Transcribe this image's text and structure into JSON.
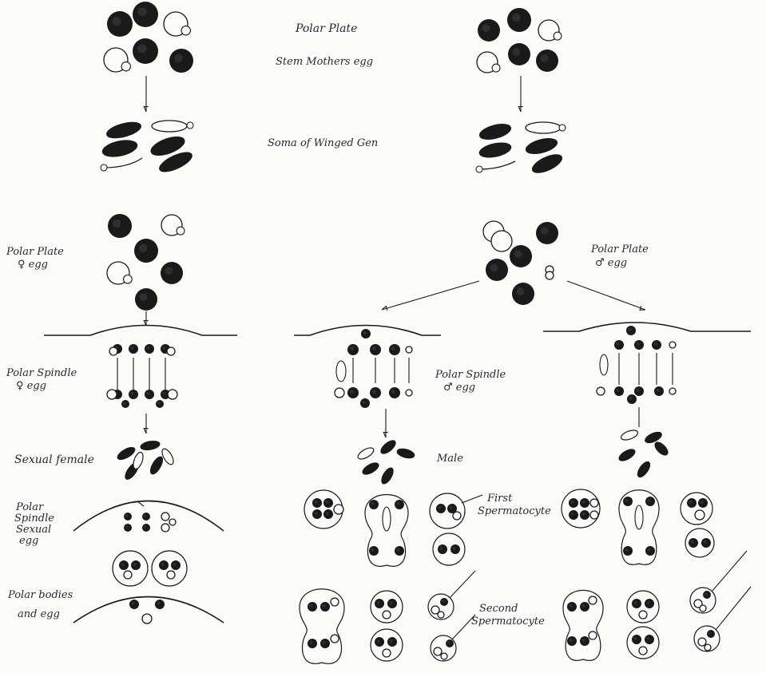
{
  "labels": {
    "polar_plate_top": "Polar Plate",
    "stem_mothers_egg": "Stem Mothers egg",
    "soma_winged_gen": "Soma of Winged Gen",
    "polar_plate_female_1": "Polar Plate",
    "polar_plate_female_2": "♀ egg",
    "polar_plate_male_1": "Polar Plate",
    "polar_plate_male_2": "♂ egg",
    "polar_spindle_female_1": "Polar Spindle",
    "polar_spindle_female_2": "♀ egg",
    "polar_spindle_male_1": "Polar Spindle",
    "polar_spindle_male_2": "♂ egg",
    "sexual_female": "Sexual female",
    "male": "Male",
    "polar_spindle_sexual_egg_1": "Polar",
    "polar_spindle_sexual_egg_2": "Spindle",
    "polar_spindle_sexual_egg_3": "Sexual",
    "polar_spindle_sexual_egg_4": "egg",
    "polar_bodies_1": "Polar bodies",
    "polar_bodies_2": "and egg",
    "first_spermatocyte_1": "First",
    "first_spermatocyte_2": "Spermatocyte",
    "second_spermatocyte_1": "Second",
    "second_spermatocyte_2": "Spermatocyte"
  },
  "colors": {
    "ink": "#1a1a1a",
    "paper": "#fbfbf8"
  }
}
